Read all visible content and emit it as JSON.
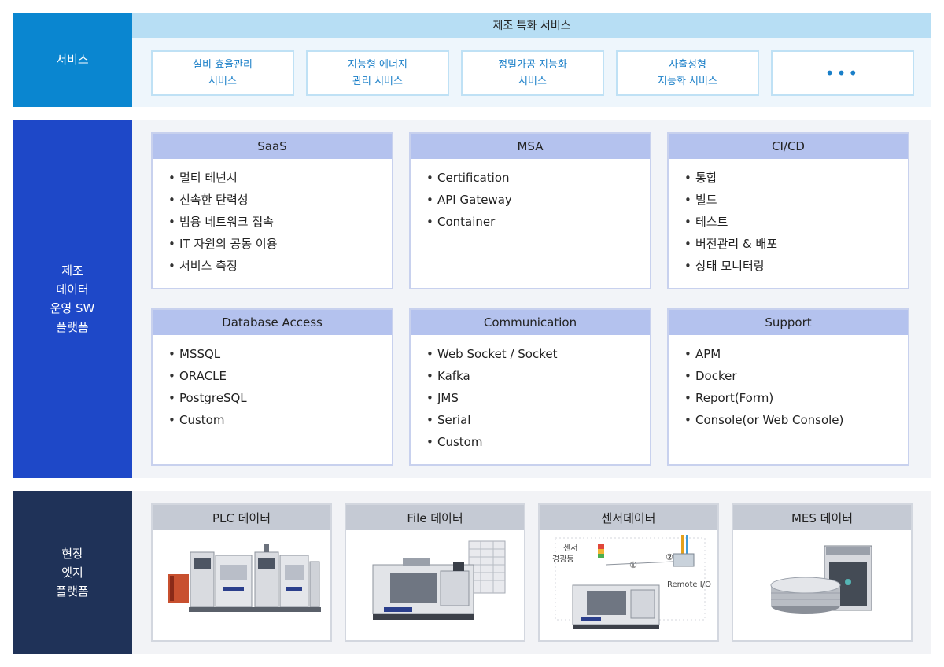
{
  "layers": {
    "service": {
      "label": "서비스",
      "header": "제조 특화 서비스",
      "items": [
        "설비 효율관리\n서비스",
        "지능형 에너지\n관리 서비스",
        "정밀가공 지능화\n서비스",
        "사출성형\n지능화 서비스"
      ],
      "more": "•••"
    },
    "platform": {
      "label": "제조\n데이터\n운영 SW\n플랫폼",
      "cards": [
        {
          "title": "SaaS",
          "items": [
            "멀티 테넌시",
            "신속한 탄력성",
            "범용 네트워크 접속",
            "IT 자원의 공동 이용",
            "서비스 측정"
          ]
        },
        {
          "title": "MSA",
          "items": [
            "Certification",
            "API Gateway",
            "Container"
          ]
        },
        {
          "title": "CI/CD",
          "items": [
            "통합",
            "빌드",
            "테스트",
            "버전관리 & 배포",
            "상태 모니터링"
          ]
        },
        {
          "title": "Database Access",
          "items": [
            "MSSQL",
            "ORACLE",
            "PostgreSQL",
            "Custom"
          ]
        },
        {
          "title": "Communication",
          "items": [
            "Web Socket / Socket",
            "Kafka",
            "JMS",
            "Serial",
            "Custom"
          ]
        },
        {
          "title": "Support",
          "items": [
            "APM",
            "Docker",
            "Report(Form)",
            "Console(or Web Console)"
          ]
        }
      ]
    },
    "edge": {
      "label": "현장\n엣지\n플랫폼",
      "boxes": [
        {
          "title": "PLC 데이터",
          "image": "plc-machines-image"
        },
        {
          "title": "File 데이터",
          "image": "cnc-machine-file-image"
        },
        {
          "title": "센서데이터",
          "image": "sensor-diagram-image",
          "annotations": {
            "sensor": "센서",
            "lamp": "경광등",
            "step1": "①",
            "step2": "②",
            "remote_io": "Remote I/O"
          }
        },
        {
          "title": "MES 데이터",
          "image": "database-server-image"
        }
      ]
    }
  }
}
